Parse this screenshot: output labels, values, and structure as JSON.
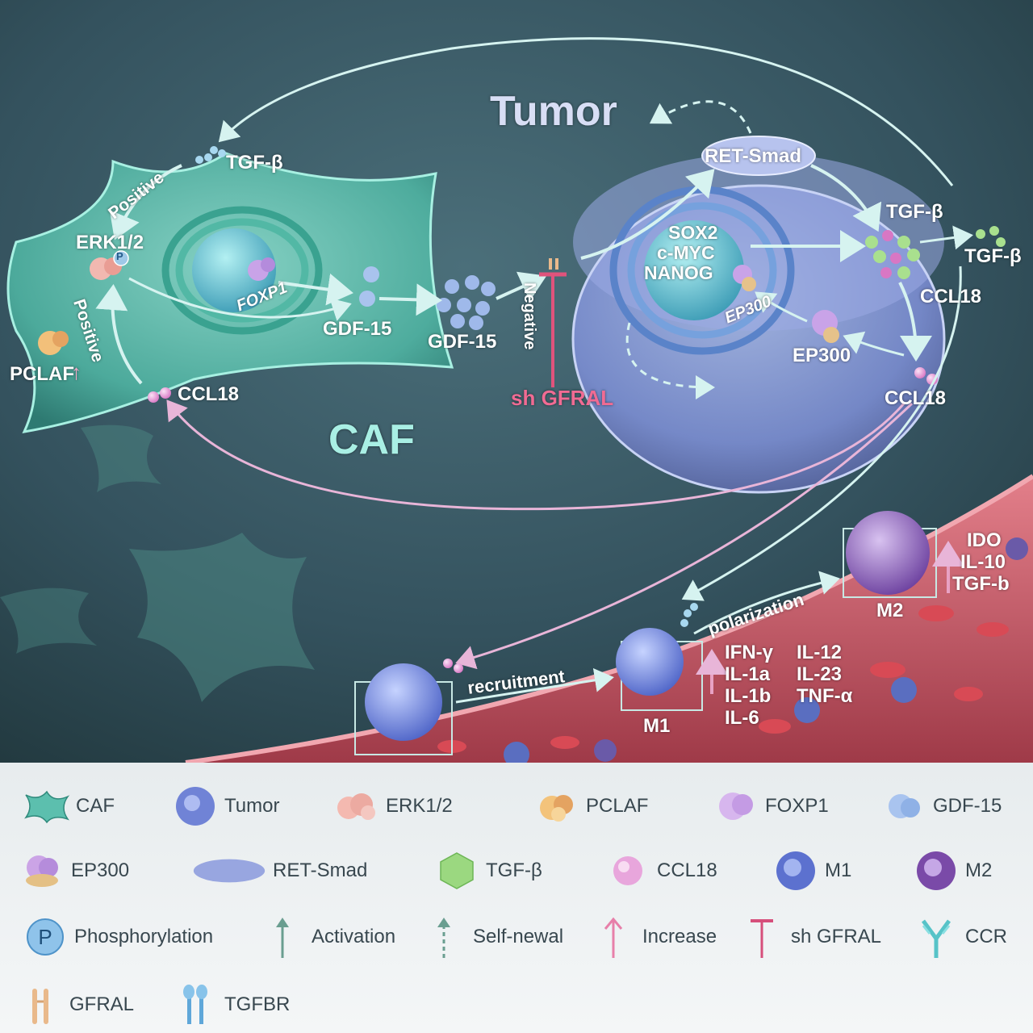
{
  "diagram": {
    "titles": {
      "tumor": "Tumor",
      "caf": "CAF"
    },
    "caf_labels": {
      "tgfb": "TGF-β",
      "positive_top": "Positive",
      "erk": "ERK1/2",
      "phos_p": "P",
      "positive_left": "Positive",
      "pclaf": "PCLAF",
      "foxp1": "FOXP1",
      "gdf15_inner": "GDF-15",
      "ccl18": "CCL18"
    },
    "middle_labels": {
      "gdf15": "GDF-15",
      "negative": "Negative",
      "sh_gfral": "sh GFRAL"
    },
    "tumor_labels": {
      "ret_smad": "RET-Smad",
      "sox2": "SOX2",
      "cmyc": "c-MYC",
      "nanog": "NANOG",
      "ep300_nucleus": "EP300",
      "ep300": "EP300",
      "tgfb_inner": "TGF-β",
      "tgfb_outer": "TGF-β",
      "ccl18_inner": "CCL18",
      "ccl18_outer": "CCL18"
    },
    "immune_labels": {
      "recruitment": "recruitment",
      "polarization": "polarization",
      "m1": "M1",
      "m2": "M2",
      "m1_cytokines_left": [
        "IFN-γ",
        "IL-1a",
        "IL-1b",
        "IL-6"
      ],
      "m1_cytokines_right": [
        "IL-12",
        "IL-23",
        "TNF-α"
      ],
      "m2_cytokines": [
        "IDO",
        "IL-10",
        "TGF-b"
      ]
    }
  },
  "legend": {
    "items": [
      {
        "icon": "caf-icon",
        "label": "CAF"
      },
      {
        "icon": "tumor-icon",
        "label": "Tumor"
      },
      {
        "icon": "erk-icon",
        "label": "ERK1/2"
      },
      {
        "icon": "pclaf-icon",
        "label": "PCLAF"
      },
      {
        "icon": "foxp1-icon",
        "label": "FOXP1"
      },
      {
        "icon": "gdf15-icon",
        "label": "GDF-15"
      },
      {
        "icon": "ep300-icon",
        "label": "EP300"
      },
      {
        "icon": "ret-smad-icon",
        "label": "RET-Smad"
      },
      {
        "icon": "tgfb-icon",
        "label": "TGF-β"
      },
      {
        "icon": "ccl18-icon",
        "label": "CCL18"
      },
      {
        "icon": "m1-icon",
        "label": "M1"
      },
      {
        "icon": "m2-icon",
        "label": "M2"
      },
      {
        "icon": "phosphorylation-icon",
        "label": "Phosphorylation",
        "glyph": "P"
      },
      {
        "icon": "activation-arrow-icon",
        "label": "Activation"
      },
      {
        "icon": "self-renewal-arrow-icon",
        "label": "Self-newal"
      },
      {
        "icon": "increase-arrow-icon",
        "label": "Increase"
      },
      {
        "icon": "inhibition-icon",
        "label": "sh GFRAL"
      },
      {
        "icon": "ccr-receptor-icon",
        "label": "CCR"
      },
      {
        "icon": "gfral-receptor-icon",
        "label": "GFRAL"
      },
      {
        "icon": "tgfbr-receptor-icon",
        "label": "TGFBR"
      }
    ]
  },
  "colors": {
    "background": "#2f4d5a",
    "caf_cell": "#4fb5a3",
    "tumor_cell": "#7f90d8",
    "activation_arrow": "#d6f3f0",
    "pink_arrow": "#e8b5d8",
    "inhibition": "#e0537c",
    "vessel": "#c95a66",
    "legend_bg": "#eef1f2"
  }
}
